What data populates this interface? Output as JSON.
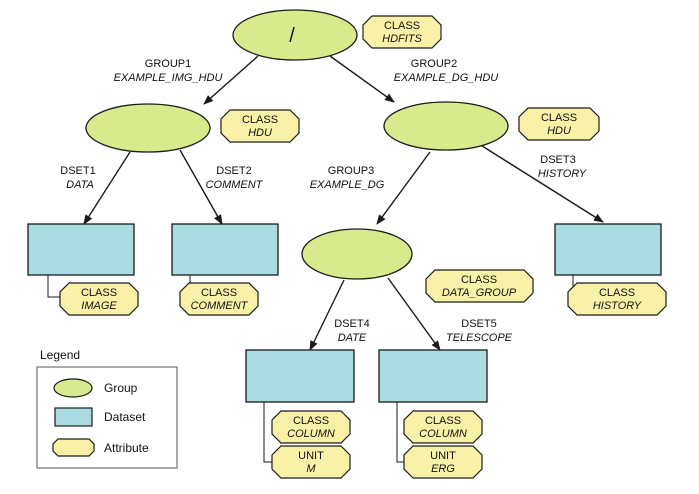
{
  "root": {
    "label": "/",
    "attr": {
      "key": "CLASS",
      "value": "HDFITS"
    }
  },
  "edges": {
    "group1": {
      "name": "GROUP1",
      "value": "EXAMPLE_IMG_HDU"
    },
    "group2": {
      "name": "GROUP2",
      "value": "EXAMPLE_DG_HDU"
    },
    "dset1": {
      "name": "DSET1",
      "value": "DATA"
    },
    "dset2": {
      "name": "DSET2",
      "value": "COMMENT"
    },
    "group3": {
      "name": "GROUP3",
      "value": "EXAMPLE_DG"
    },
    "dset3": {
      "name": "DSET3",
      "value": "HISTORY"
    },
    "dset4": {
      "name": "DSET4",
      "value": "DATE"
    },
    "dset5": {
      "name": "DSET5",
      "value": "TELESCOPE"
    }
  },
  "attrs": {
    "group1_class": {
      "key": "CLASS",
      "value": "HDU"
    },
    "group2_class": {
      "key": "CLASS",
      "value": "HDU"
    },
    "dset1_class": {
      "key": "CLASS",
      "value": "IMAGE"
    },
    "dset2_class": {
      "key": "CLASS",
      "value": "COMMENT"
    },
    "group3_class": {
      "key": "CLASS",
      "value": "DATA_GROUP"
    },
    "dset3_class": {
      "key": "CLASS",
      "value": "HISTORY"
    },
    "dset4_class": {
      "key": "CLASS",
      "value": "COLUMN"
    },
    "dset4_unit": {
      "key": "UNIT",
      "value": "M"
    },
    "dset5_class": {
      "key": "CLASS",
      "value": "COLUMN"
    },
    "dset5_unit": {
      "key": "UNIT",
      "value": "ERG"
    }
  },
  "legend": {
    "title": "Legend",
    "group": "Group",
    "dataset": "Dataset",
    "attribute": "Attribute"
  },
  "colors": {
    "group_fill": "#d7ea8c",
    "dataset_fill": "#a9dbe0",
    "attribute_fill": "#faf1a8",
    "stroke": "#1a1a1a"
  }
}
